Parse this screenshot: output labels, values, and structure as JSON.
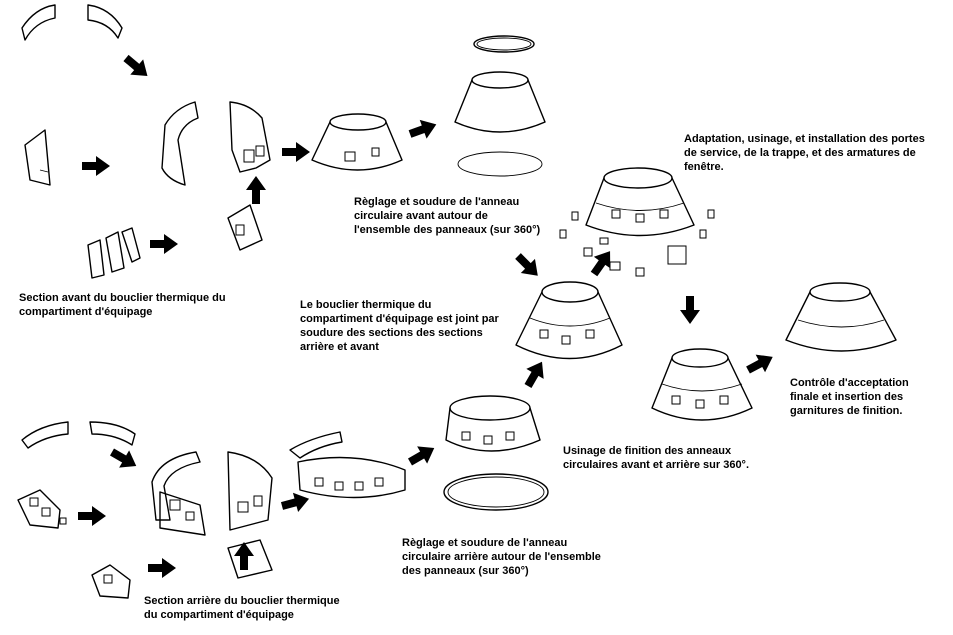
{
  "captions": {
    "forward_section": "Section avant du bouclier thermique du\ncompartiment d'équipage",
    "aft_section": "Section arrière du bouclier thermique\ndu compartiment d'équipage",
    "forward_ring": "Règlage et soudure de l'anneau\ncirculaire avant autour de\nl'ensemble des panneaux (sur 360°)",
    "aft_ring": "Règlage et soudure de l'anneau\ncirculaire arrière autour de l'ensemble\ndes panneaux (sur 360°)",
    "joined": "Le bouclier thermique du\ncompartiment d'équipage est joint par\nsoudure des sections des sections\narrière et avant",
    "fitting": "Adaptation, usinage, et installation des portes\nde service, de la trappe, et des armatures de\nfenêtre.",
    "finishing": "Usinage de finition des anneaux\ncirculaires avant et arrière sur 360°.",
    "acceptance": "Contrôle d'acceptation\nfinale et insertion des\ngarnitures de finition."
  },
  "colors": {
    "ink": "#000000",
    "paper": "#ffffff"
  }
}
